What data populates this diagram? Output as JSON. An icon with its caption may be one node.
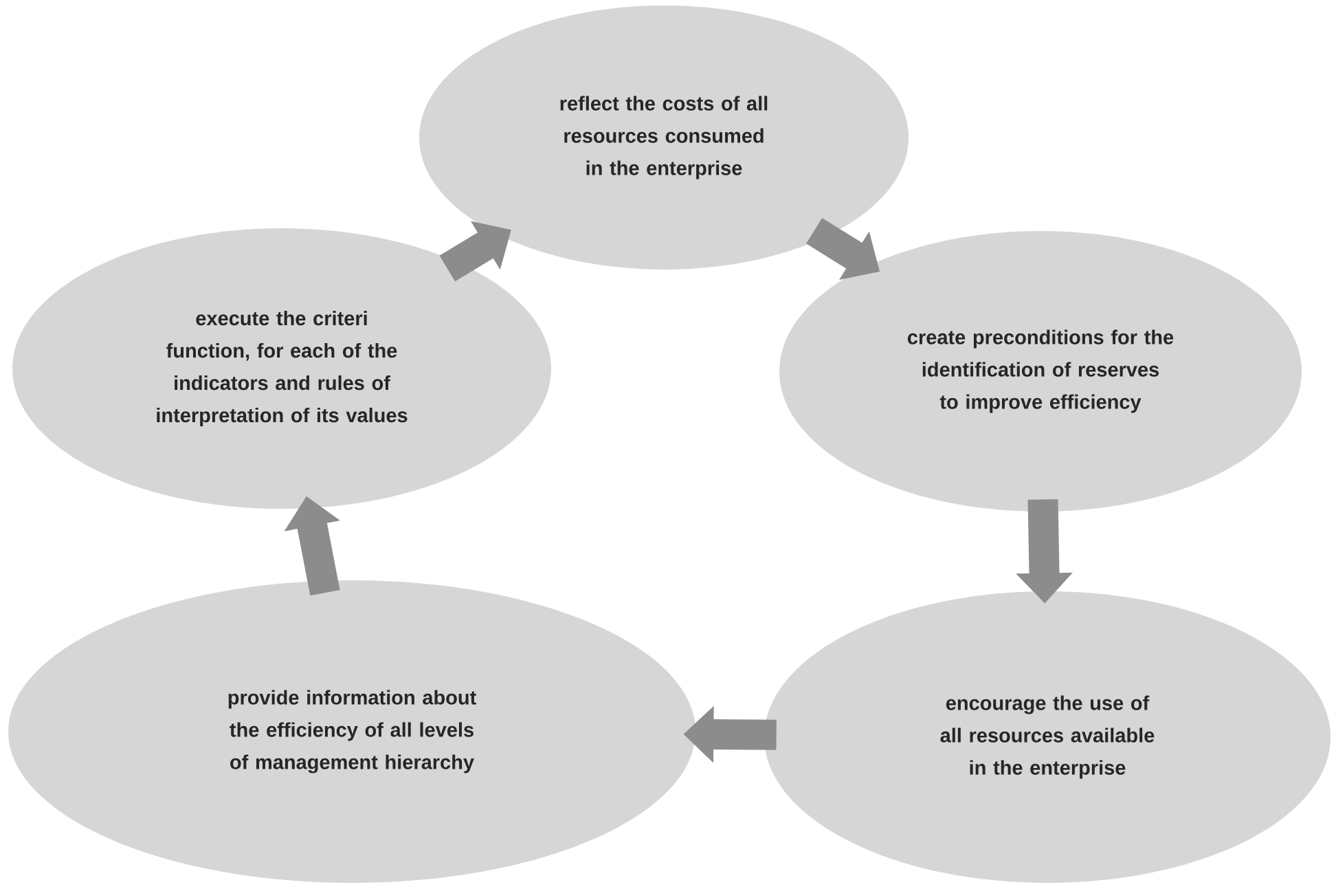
{
  "diagram": {
    "nodes": [
      {
        "text": [
          "reflect the costs of all resources consumed in the enterprise"
        ]
      },
      {
        "text": [
          "create preconditions for the identification of reserves to improve efficiency"
        ]
      },
      {
        "text": [
          "encourage the use of all resources available in the enterprise"
        ]
      },
      {
        "text": [
          "provide information about the efficiency of all levels of management hierarchy"
        ]
      },
      {
        "text": [
          "execute the criteri function,  for each of the indicators and rules of interpretation of its values"
        ]
      }
    ],
    "edges": [
      {
        "from": 0,
        "to": 1,
        "arrow": "to"
      },
      {
        "from": 1,
        "to": 2,
        "arrow": "to"
      },
      {
        "from": 2,
        "to": 3,
        "arrow": "to"
      },
      {
        "from": 3,
        "to": 4,
        "arrow": "to"
      },
      {
        "from": 4,
        "to": 0,
        "arrow": "to"
      }
    ]
  }
}
